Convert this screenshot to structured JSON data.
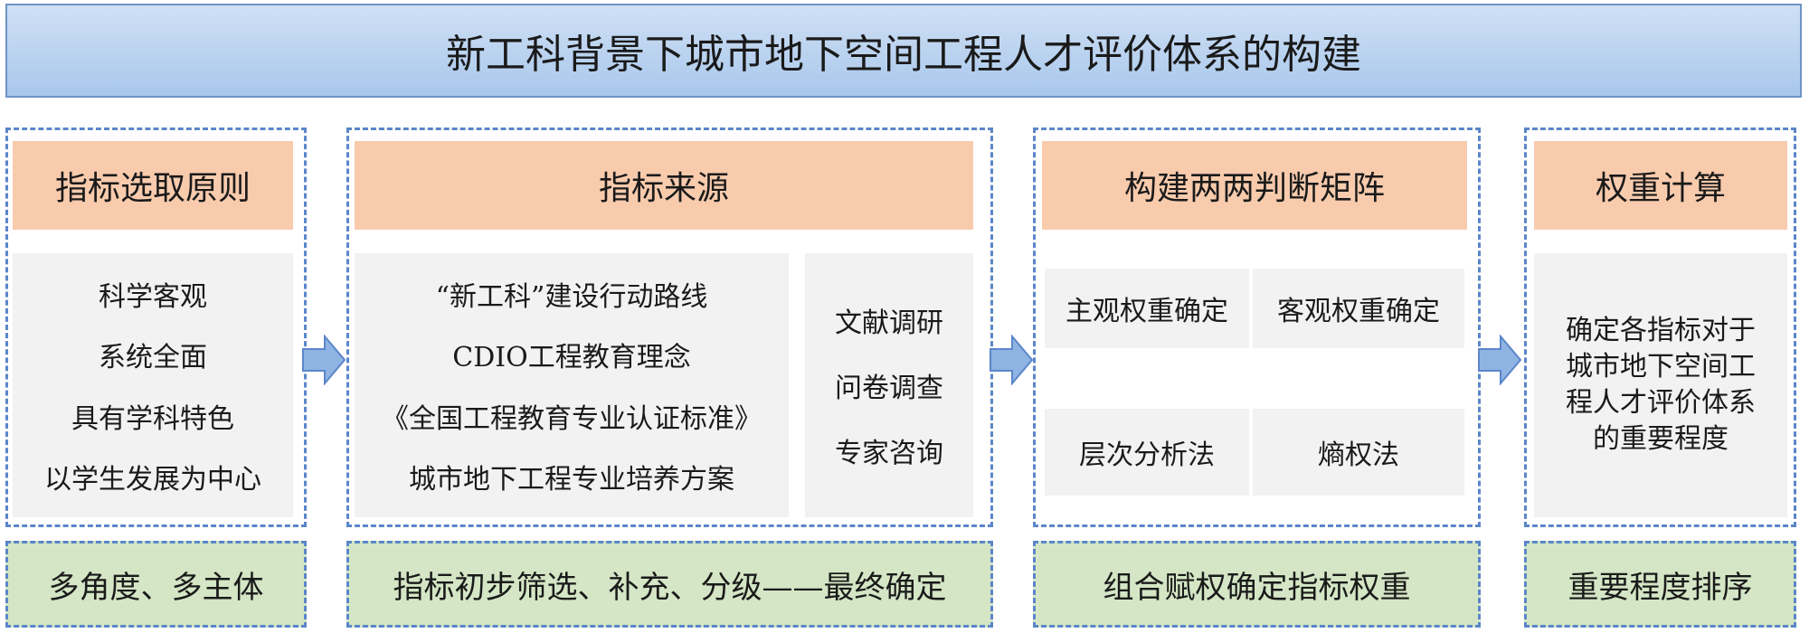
{
  "title": "新工科背景下城市地下空间工程人才评价体系的构建",
  "columns": [
    {
      "header": "指标选取原则",
      "items": [
        "科学客观",
        "系统全面",
        "具有学科特色",
        "以学生发展为中心"
      ],
      "footer": "多角度、多主体"
    },
    {
      "header": "指标来源",
      "sources": [
        "“新工科”建设行动路线",
        "CDIO工程教育理念",
        "《全国工程教育专业认证标准》",
        "城市地下工程专业培养方案"
      ],
      "methods": [
        "文献调研",
        "问卷调查",
        "专家咨询"
      ],
      "footer": "指标初步筛选、补充、分级——最终确定"
    },
    {
      "header": "构建两两判断矩阵",
      "top_row": [
        "主观权重确定",
        "客观权重确定"
      ],
      "bottom_row": [
        "层次分析法",
        "熵权法"
      ],
      "footer": "组合赋权确定指标权重"
    },
    {
      "header": "权重计算",
      "description": "确定各指标对于城市地下空间工程人才评价体系的重要程度",
      "footer": "重要程度排序"
    }
  ],
  "colors": {
    "title_fill": "#a9c7ec",
    "header_fill": "#f8cbad",
    "content_fill": "#f2f2f2",
    "footer_fill": "#d4e6c5",
    "dash_border": "#5b86c9",
    "arrow_fill": "#8fb4e3"
  }
}
